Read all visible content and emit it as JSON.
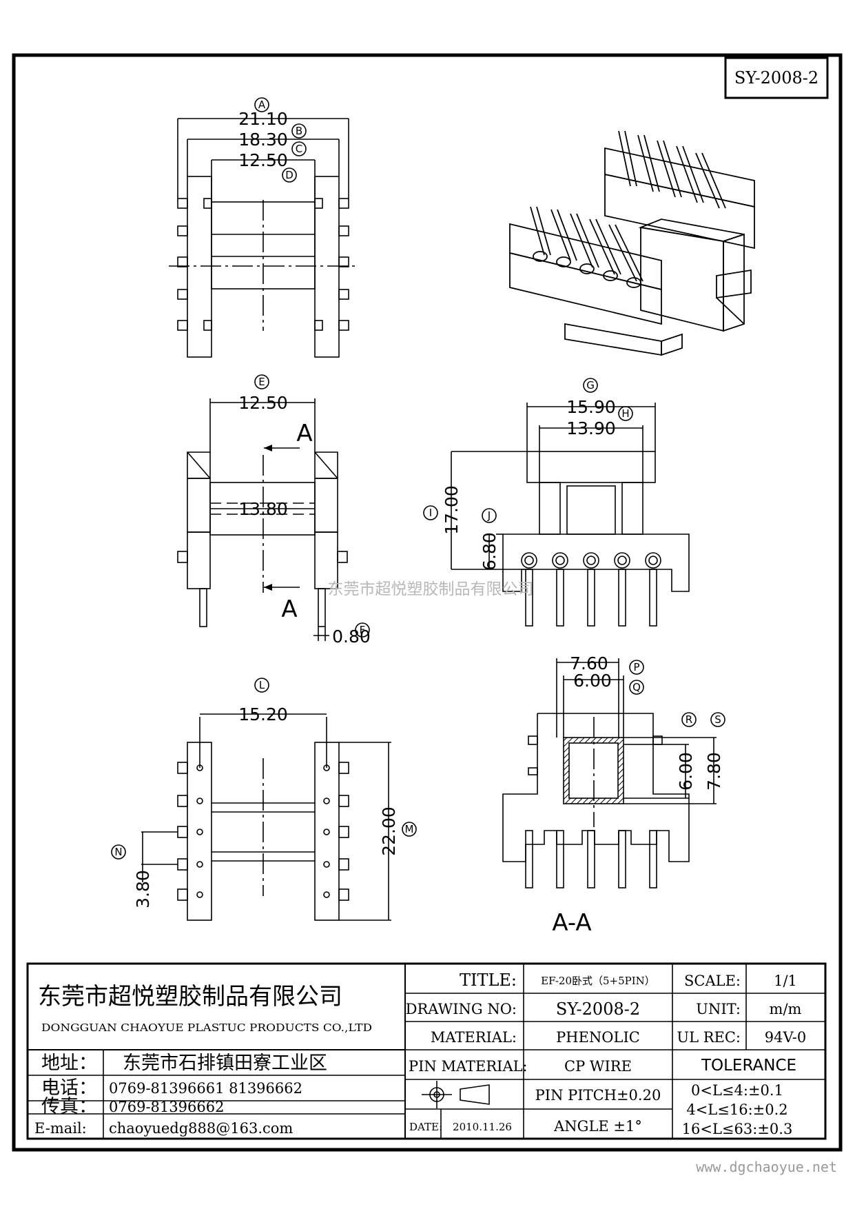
{
  "drawing_code": "SY-2008-2",
  "views": {
    "top": {
      "labels": [
        "A",
        "B",
        "C",
        "D"
      ],
      "dims": [
        "21.10",
        "18.30",
        "12.50"
      ]
    },
    "front": {
      "labels": [
        "E",
        "F"
      ],
      "dims": [
        "12.50",
        "13.80",
        "0.80"
      ],
      "section_mark": "A"
    },
    "side": {
      "labels": [
        "G",
        "H",
        "I",
        "J"
      ],
      "dims": [
        "15.90",
        "13.90",
        "17.00",
        "6.80"
      ]
    },
    "bottom": {
      "labels": [
        "L",
        "M",
        "N"
      ],
      "dims": [
        "15.20",
        "22.00",
        "3.80"
      ]
    },
    "section": {
      "labels": [
        "P",
        "Q",
        "R",
        "S"
      ],
      "dims": [
        "7.60",
        "6.00",
        "6.00",
        "7.80"
      ],
      "title": "A-A"
    }
  },
  "watermark": "东莞市超悦塑胶制品有限公司",
  "title_block": {
    "company_cn": "东莞市超悦塑胶制品有限公司",
    "company_en": "DONGGUAN CHAOYUE PLASTUC PRODUCTS CO.,LTD",
    "address_label": "地址：",
    "address": "东莞市石排镇田寮工业区",
    "phone_label": "电话：",
    "phone": "0769-81396661 81396662",
    "fax_label": "传真：",
    "fax": "0769-81396662",
    "email_label": "E-mail:",
    "email": "chaoyuedg888@163.com",
    "title_label": "TITLE:",
    "title": "EF-20卧式（5+5PIN）",
    "drawing_no_label": "DRAWING NO:",
    "drawing_no": "SY-2008-2",
    "material_label": "MATERIAL:",
    "material": "PHENOLIC",
    "pin_material_label": "PIN MATERIAL:",
    "pin_material": "CP WIRE",
    "date_label": "DATE:",
    "date": "2010.11.26",
    "pin_pitch": "PIN PITCH±0.20",
    "angle": "ANGLE  ±1°",
    "scale_label": "SCALE:",
    "scale": "1/1",
    "unit_label": "UNIT:",
    "unit": "m/m",
    "ul_label": "UL REC:",
    "ul": "94V-0",
    "tolerance_label": "TOLERANCE",
    "tolerances": [
      "0<L≤4:±0.1",
      "4<L≤16:±0.2",
      "16<L≤63:±0.3"
    ]
  },
  "footer_url": "www.dgchaoyue.net"
}
